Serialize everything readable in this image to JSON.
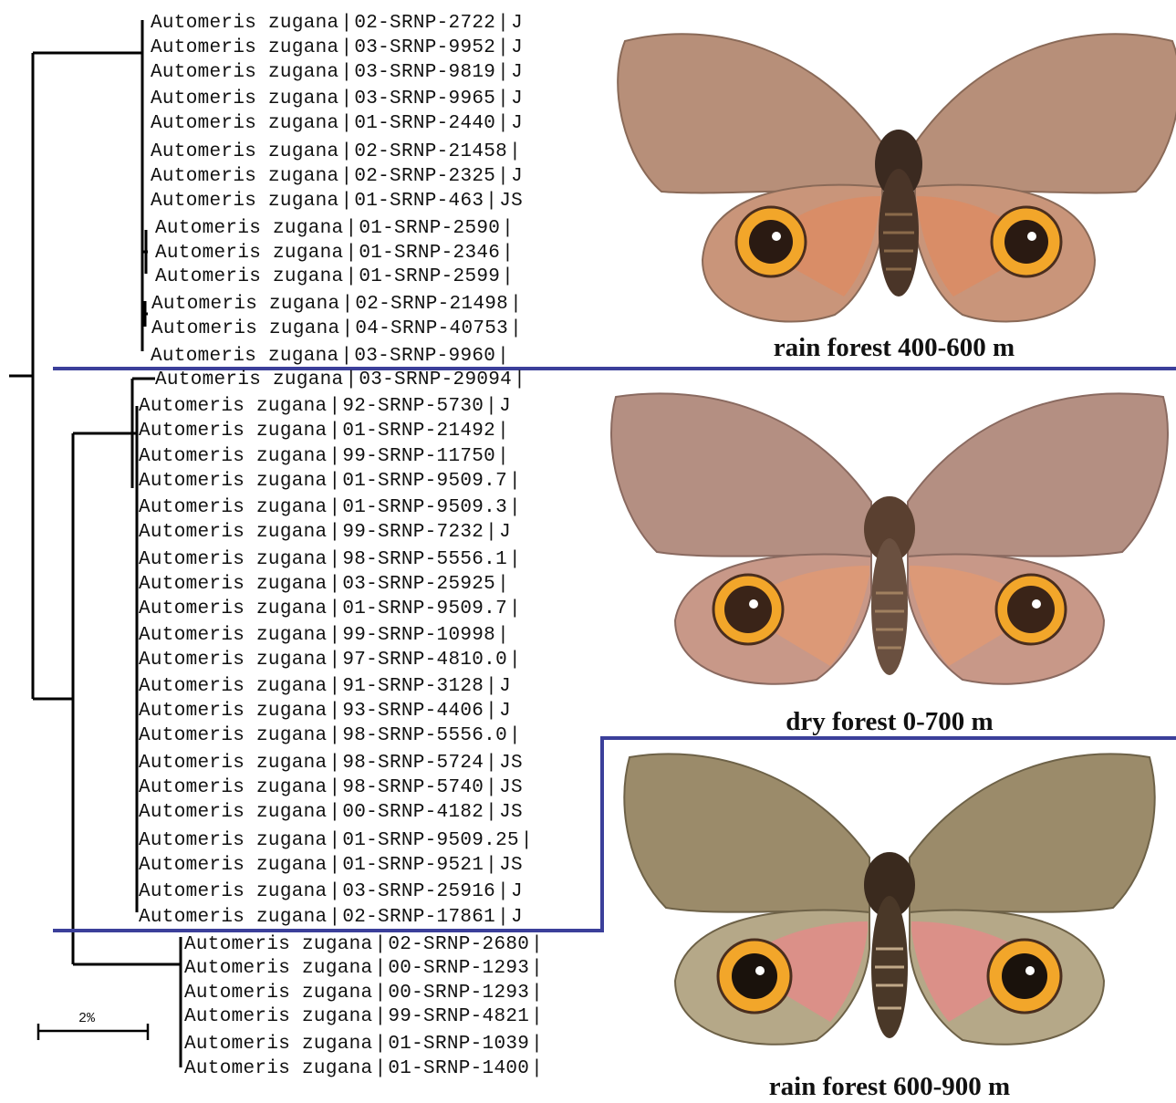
{
  "groups": {
    "rain_low": {
      "caption": "rain forest 400-600 m",
      "leaves": [
        {
          "taxon": "Automeris zugana",
          "voucher": "02-SRNP-2722",
          "tail": "J"
        },
        {
          "taxon": "Automeris zugana",
          "voucher": "03-SRNP-9952",
          "tail": "J"
        },
        {
          "taxon": "Automeris zugana",
          "voucher": "03-SRNP-9819",
          "tail": "J"
        },
        {
          "taxon": "Automeris zugana",
          "voucher": "03-SRNP-9965",
          "tail": "J"
        },
        {
          "taxon": "Automeris zugana",
          "voucher": "01-SRNP-2440",
          "tail": "J"
        },
        {
          "taxon": "Automeris zugana",
          "voucher": "02-SRNP-21458",
          "tail": ""
        },
        {
          "taxon": "Automeris zugana",
          "voucher": "02-SRNP-2325",
          "tail": "J"
        },
        {
          "taxon": "Automeris zugana",
          "voucher": "01-SRNP-463",
          "tail": "JS"
        },
        {
          "taxon": "Automeris zugana",
          "voucher": "01-SRNP-2590",
          "tail": ""
        },
        {
          "taxon": "Automeris zugana",
          "voucher": "01-SRNP-2346",
          "tail": ""
        },
        {
          "taxon": "Automeris zugana",
          "voucher": "01-SRNP-2599",
          "tail": ""
        },
        {
          "taxon": "Automeris zugana",
          "voucher": "02-SRNP-21498",
          "tail": ""
        },
        {
          "taxon": "Automeris zugana",
          "voucher": "04-SRNP-40753",
          "tail": ""
        },
        {
          "taxon": "Automeris zugana",
          "voucher": "03-SRNP-9960",
          "tail": ""
        }
      ]
    },
    "dry": {
      "caption": "dry forest 0-700 m",
      "leaves": [
        {
          "taxon": "Automeris zugana",
          "voucher": "03-SRNP-29094",
          "tail": ""
        },
        {
          "taxon": "Automeris zugana",
          "voucher": "92-SRNP-5730",
          "tail": "J"
        },
        {
          "taxon": "Automeris zugana",
          "voucher": "01-SRNP-21492",
          "tail": ""
        },
        {
          "taxon": "Automeris zugana",
          "voucher": "99-SRNP-11750",
          "tail": ""
        },
        {
          "taxon": "Automeris zugana",
          "voucher": "01-SRNP-9509.7",
          "tail": ""
        },
        {
          "taxon": "Automeris zugana",
          "voucher": "01-SRNP-9509.3",
          "tail": ""
        },
        {
          "taxon": "Automeris zugana",
          "voucher": "99-SRNP-7232",
          "tail": "J"
        },
        {
          "taxon": "Automeris zugana",
          "voucher": "98-SRNP-5556.1",
          "tail": ""
        },
        {
          "taxon": "Automeris zugana",
          "voucher": "03-SRNP-25925",
          "tail": ""
        },
        {
          "taxon": "Automeris zugana",
          "voucher": "01-SRNP-9509.7",
          "tail": ""
        },
        {
          "taxon": "Automeris zugana",
          "voucher": "99-SRNP-10998",
          "tail": ""
        },
        {
          "taxon": "Automeris zugana",
          "voucher": "97-SRNP-4810.0",
          "tail": ""
        },
        {
          "taxon": "Automeris zugana",
          "voucher": "91-SRNP-3128",
          "tail": "J"
        },
        {
          "taxon": "Automeris zugana",
          "voucher": "93-SRNP-4406",
          "tail": "J"
        },
        {
          "taxon": "Automeris zugana",
          "voucher": "98-SRNP-5556.0",
          "tail": ""
        },
        {
          "taxon": "Automeris zugana",
          "voucher": "98-SRNP-5724",
          "tail": "JS"
        },
        {
          "taxon": "Automeris zugana",
          "voucher": "98-SRNP-5740",
          "tail": "JS"
        },
        {
          "taxon": "Automeris zugana",
          "voucher": "00-SRNP-4182",
          "tail": "JS"
        },
        {
          "taxon": "Automeris zugana",
          "voucher": "01-SRNP-9509.25",
          "tail": ""
        },
        {
          "taxon": "Automeris zugana",
          "voucher": "01-SRNP-9521",
          "tail": "JS"
        },
        {
          "taxon": "Automeris zugana",
          "voucher": "03-SRNP-25916",
          "tail": "J"
        },
        {
          "taxon": "Automeris zugana",
          "voucher": "02-SRNP-17861",
          "tail": "J"
        }
      ]
    },
    "rain_high": {
      "caption": "rain forest 600-900 m",
      "leaves": [
        {
          "taxon": "Automeris zugana",
          "voucher": "02-SRNP-2680",
          "tail": ""
        },
        {
          "taxon": "Automeris zugana",
          "voucher": "00-SRNP-1293",
          "tail": ""
        },
        {
          "taxon": "Automeris zugana",
          "voucher": "00-SRNP-1293",
          "tail": ""
        },
        {
          "taxon": "Automeris zugana",
          "voucher": "99-SRNP-4821",
          "tail": ""
        },
        {
          "taxon": "Automeris zugana",
          "voucher": "01-SRNP-1039",
          "tail": ""
        },
        {
          "taxon": "Automeris zugana",
          "voucher": "01-SRNP-1400",
          "tail": ""
        }
      ]
    }
  },
  "scale_bar_label": "2%",
  "colors": {
    "divider": "#3b3f9a",
    "branch": "#000000",
    "wing_rain_low": "#b78f79",
    "wing_dry": "#b48f82",
    "wing_rain_high": "#9b8b6a",
    "hindwing_flush": "#e08a5f",
    "hindwing_flush_high": "#e58a88",
    "eyespot_ring": "#f2a62a",
    "eyespot_center": "#2a1a12"
  },
  "icons": [
    "moth-specimen-rain-low",
    "moth-specimen-dry",
    "moth-specimen-rain-high"
  ]
}
